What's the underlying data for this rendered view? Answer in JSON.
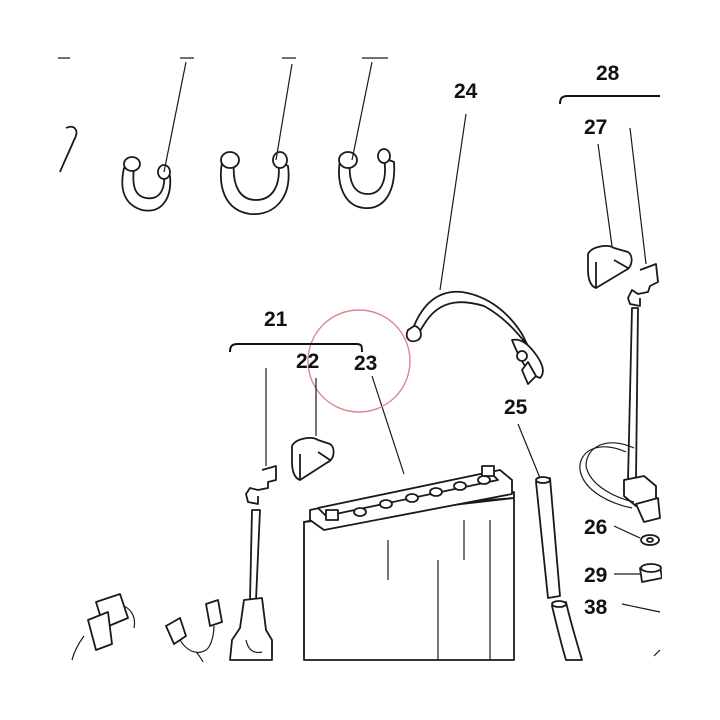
{
  "diagram": {
    "labels": [
      {
        "id": "21",
        "text": "21"
      },
      {
        "id": "22",
        "text": "22"
      },
      {
        "id": "23",
        "text": "23"
      },
      {
        "id": "24",
        "text": "24"
      },
      {
        "id": "25",
        "text": "25"
      },
      {
        "id": "26",
        "text": "26"
      },
      {
        "id": "27",
        "text": "27"
      },
      {
        "id": "28",
        "text": "28"
      },
      {
        "id": "29",
        "text": "29"
      },
      {
        "id": "38",
        "text": "38"
      }
    ],
    "highlight_color": "#d9878a",
    "line_color": "#1a1a1a"
  }
}
